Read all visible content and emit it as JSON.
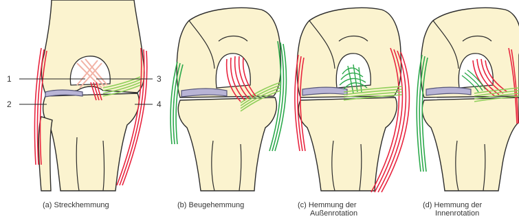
{
  "colors": {
    "bone": "#fbf3cf",
    "outline": "#2b2b2b",
    "meniscus": "#b8b4d6",
    "taut": "#e8243e",
    "relaxed": "#2aa84a",
    "light_green": "#8fcf5a",
    "faded_red": "#f2b3a6"
  },
  "labels": {
    "n1": "1",
    "n2": "2",
    "n3": "3",
    "n4": "4"
  },
  "panels": [
    {
      "letter": "(a)",
      "title": "Streckhemmung",
      "title_line2": ""
    },
    {
      "letter": "(b)",
      "title": "Beugehemmung",
      "title_line2": ""
    },
    {
      "letter": "(c)",
      "title": "Hemmung der",
      "title_line2": "Außenrotation"
    },
    {
      "letter": "(d)",
      "title": "Hemmung der",
      "title_line2": "Innenrotation"
    }
  ]
}
